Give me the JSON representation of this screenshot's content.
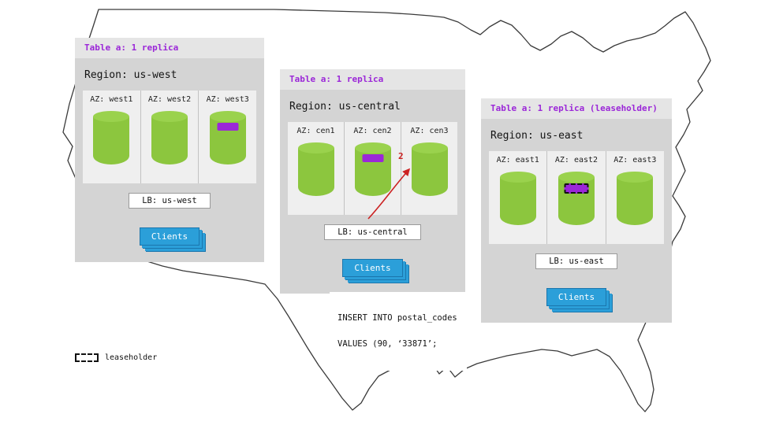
{
  "colors": {
    "panel_bg": "#d4d4d4",
    "panel_header_bg": "#e5e5e5",
    "az_bg": "#efefef",
    "cylinder_green": "#8cc63e",
    "cylinder_green_top": "#9ad24d",
    "replica_purple": "#9b27d8",
    "clients_blue": "#2b9fd9",
    "clients_blue_dark": "#1b76ad",
    "arrow_red": "#cc2222",
    "table_label_purple": "#9b27d8"
  },
  "regions": [
    {
      "table_label": "Table a: 1 replica",
      "region_label": "Region: us-west",
      "azs": [
        {
          "label": "AZ: west1"
        },
        {
          "label": "AZ: west2"
        },
        {
          "label": "AZ: west3"
        }
      ],
      "lb_label": "LB: us-west",
      "clients_label": "Clients"
    },
    {
      "table_label": "Table a: 1 replica",
      "region_label": "Region: us-central",
      "azs": [
        {
          "label": "AZ: cen1"
        },
        {
          "label": "AZ: cen2"
        },
        {
          "label": "AZ: cen3"
        }
      ],
      "lb_label": "LB: us-central",
      "clients_label": "Clients",
      "arrow_label": "2"
    },
    {
      "table_label": "Table a: 1 replica (leaseholder)",
      "region_label": "Region: us-east",
      "azs": [
        {
          "label": "AZ: east1"
        },
        {
          "label": "AZ: east2"
        },
        {
          "label": "AZ: east3"
        }
      ],
      "lb_label": "LB: us-east",
      "clients_label": "Clients"
    }
  ],
  "sql": {
    "line1": "INSERT INTO postal_codes",
    "line2": "VALUES (90, ‘33871’;"
  },
  "legend": {
    "label": "leaseholder"
  }
}
